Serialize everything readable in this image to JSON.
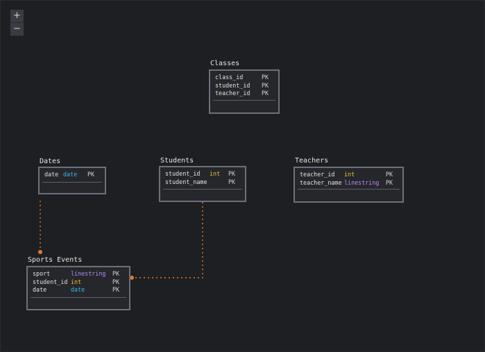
{
  "zoom": {
    "in_label": "+",
    "out_label": "−"
  },
  "colors": {
    "background": "#1e1f22",
    "table_border": "#6c717c",
    "relation": "#e0782f",
    "int": "#e6c230",
    "date": "#35b9e8",
    "linestring": "#b48cf5"
  },
  "tables": {
    "classes": {
      "title": "Classes",
      "columns": [
        {
          "name": "class_id",
          "type": "",
          "key": "PK"
        },
        {
          "name": "student_id",
          "type": "",
          "key": "PK"
        },
        {
          "name": "teacher_id",
          "type": "",
          "key": "PK"
        }
      ]
    },
    "dates": {
      "title": "Dates",
      "columns": [
        {
          "name": "date",
          "type": "date",
          "key": "PK"
        }
      ]
    },
    "students": {
      "title": "Students",
      "columns": [
        {
          "name": "student_id",
          "type": "int",
          "key": "PK"
        },
        {
          "name": "student_name",
          "type": "",
          "key": "PK"
        }
      ]
    },
    "teachers": {
      "title": "Teachers",
      "columns": [
        {
          "name": "teacher_id",
          "type": "int",
          "key": "PK"
        },
        {
          "name": "teacher_name",
          "type": "linestring",
          "key": "PK"
        }
      ]
    },
    "sports_events": {
      "title": "Sports Events",
      "columns": [
        {
          "name": "sport",
          "type": "linestring",
          "key": "PK"
        },
        {
          "name": "student_id",
          "type": "int",
          "key": "PK"
        },
        {
          "name": "date",
          "type": "date",
          "key": "PK"
        }
      ]
    }
  },
  "relations": [
    {
      "from": "dates.date",
      "to": "sports_events.date"
    },
    {
      "from": "students.student_id",
      "to": "sports_events.student_id"
    }
  ]
}
